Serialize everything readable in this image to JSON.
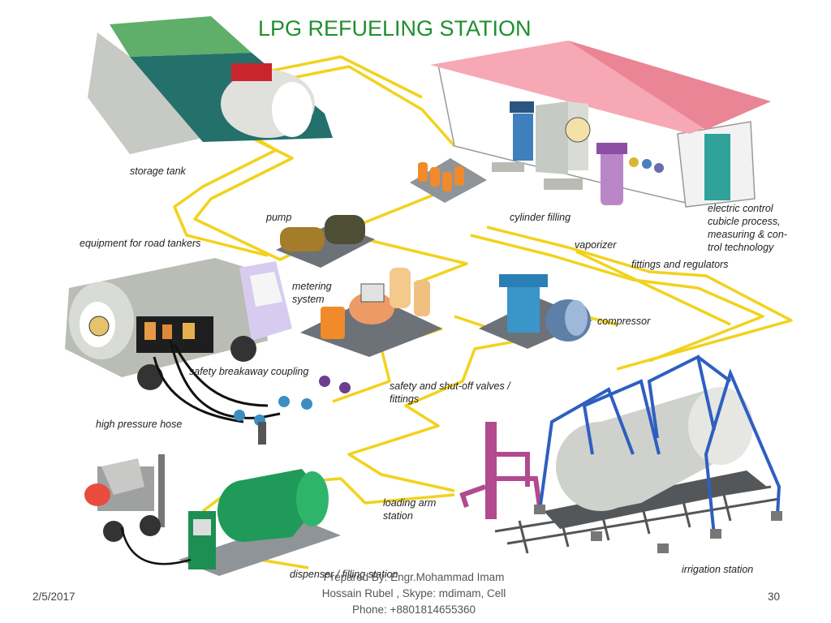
{
  "title": "LPG REFUELING STATION",
  "labels": {
    "storage_tank": "storage tank",
    "pump": "pump",
    "road_tankers": "equipment for road tankers",
    "cylinder_filling": "cylinder filling",
    "electric_control": [
      "electric control",
      "cubicle process,",
      "measuring & con-",
      "trol technology"
    ],
    "vaporizer": "vaporizer",
    "fittings_regulators": "fittings and regulators",
    "metering": [
      "metering",
      "system"
    ],
    "compressor": "compressor",
    "breakaway": "safety breakaway coupling",
    "shutoff": [
      "safety and shut-off valves /",
      "fittings"
    ],
    "hose": "high pressure hose",
    "loading_arm": [
      "loading arm",
      "station"
    ],
    "dispenser": "dispenser / filling station",
    "irrigation": "irrigation station"
  },
  "footer": {
    "date": "2/5/2017",
    "credit": [
      "Prepared By: Engr.Mohammad Imam",
      "Hossain Rubel , Skype: mdimam,  Cell",
      "Phone: +8801814655360"
    ],
    "page": "30"
  },
  "colors": {
    "pipe": "#f2d21c",
    "title": "#1f8f2e",
    "arch": "#2e5fc0"
  }
}
